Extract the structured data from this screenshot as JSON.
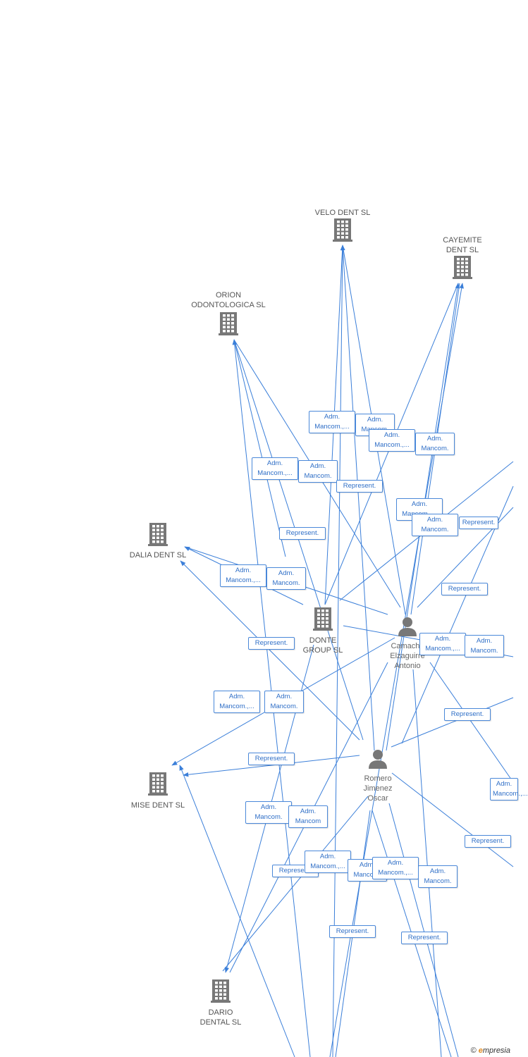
{
  "nodes": [
    {
      "id": "velo",
      "label": "VELO DENT SL",
      "type": "company"
    },
    {
      "id": "cayemite",
      "label": "CAYEMITE\nDENT SL",
      "type": "company"
    },
    {
      "id": "orion",
      "label": "ORION\nODONTOLOGICA SL",
      "type": "company"
    },
    {
      "id": "dalia",
      "label": "DALIA DENT SL",
      "type": "company"
    },
    {
      "id": "donte",
      "label": "DONTE\nGROUP  SL",
      "type": "company"
    },
    {
      "id": "camacho",
      "label": "Camacho\nElzaguirre\nAntonio",
      "type": "person"
    },
    {
      "id": "romero",
      "label": "Romero\nJimenez\nOscar",
      "type": "person"
    },
    {
      "id": "mise",
      "label": "MISE DENT SL",
      "type": "company"
    },
    {
      "id": "dario",
      "label": "DARIO\nDENTAL SL",
      "type": "company"
    }
  ],
  "edge_labels": [
    {
      "id": "l1",
      "text": "Adm.\nMancom.,..."
    },
    {
      "id": "l2",
      "text": "Adm.\nMancom."
    },
    {
      "id": "l3",
      "text": "Adm.\nMancom.,..."
    },
    {
      "id": "l4",
      "text": "Adm.\nMancom."
    },
    {
      "id": "l5",
      "text": "Adm.\nMancom.,..."
    },
    {
      "id": "l6",
      "text": "Adm.\nMancom."
    },
    {
      "id": "l7",
      "text": "Represent."
    },
    {
      "id": "l8",
      "text": "Represent."
    },
    {
      "id": "l9",
      "text": "Adm.\nMancom.,..."
    },
    {
      "id": "l10",
      "text": "Adm.\nMancom."
    },
    {
      "id": "l11",
      "text": "Represent."
    },
    {
      "id": "l12",
      "text": "Adm.\nMancom.,..."
    },
    {
      "id": "l13",
      "text": "Adm.\nMancom."
    },
    {
      "id": "l14",
      "text": "Represent."
    },
    {
      "id": "l15",
      "text": "Represent."
    },
    {
      "id": "l16",
      "text": "Adm.\nMancom.,..."
    },
    {
      "id": "l17",
      "text": "Adm.\nMancom."
    },
    {
      "id": "l18",
      "text": "Adm.\nMancom.,..."
    },
    {
      "id": "l19",
      "text": "Adm.\nMancom."
    },
    {
      "id": "l20",
      "text": "Represent."
    },
    {
      "id": "l21",
      "text": "Represent."
    },
    {
      "id": "l22",
      "text": "Adm.\nMancom.,..."
    },
    {
      "id": "l23",
      "text": "Adm.\nMancom."
    },
    {
      "id": "l24",
      "text": "Adm.\nMancom"
    },
    {
      "id": "l25",
      "text": "Represent."
    },
    {
      "id": "l26",
      "text": "Represent."
    },
    {
      "id": "l27",
      "text": "Adm.\nMancom.,..."
    },
    {
      "id": "l28",
      "text": "Adm.\nMancom."
    },
    {
      "id": "l29",
      "text": "Adm.\nMancom.,..."
    },
    {
      "id": "l30",
      "text": "Adm.\nMancom."
    },
    {
      "id": "l31",
      "text": "Represent."
    },
    {
      "id": "l32",
      "text": "Represent."
    }
  ],
  "footer": {
    "copyright": "©",
    "brand_e": "e",
    "brand_rest": "mpresia"
  },
  "colors": {
    "edge": "#3b7fd9",
    "node_icon": "#777777",
    "label_text": "#555555"
  }
}
